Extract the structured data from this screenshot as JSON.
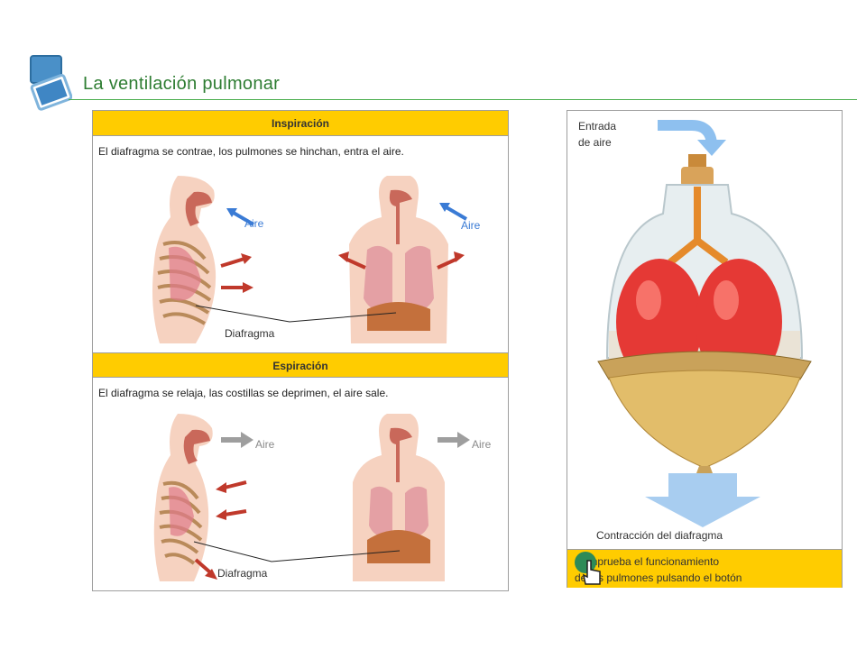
{
  "header": {
    "title": "La ventilación pulmonar"
  },
  "inspiracion": {
    "heading": "Inspiración",
    "description": "El diafragma se contrae, los pulmones se hinchan, entra el aire.",
    "air_label_left": "Aire",
    "air_label_right": "Aire",
    "diaphragm_label": "Diafragma"
  },
  "espiracion": {
    "heading": "Espiración",
    "description": "El diafragma se relaja, las costillas se deprimen, el aire sale.",
    "air_label_left": "Aire",
    "air_label_right": "Aire",
    "diaphragm_label": "Diafragma"
  },
  "model": {
    "air_entry_line1": "Entrada",
    "air_entry_line2": "de aire",
    "caption": "Contracción del diafragma",
    "footer_line1": "Comprueba el funcionamiento",
    "footer_line2": "de los pulmones pulsando el botón"
  },
  "colors": {
    "accent_green": "#2e7d32",
    "band_yellow": "#ffcc00",
    "air_in_blue": "#3a7bd5",
    "air_out_grey": "#8a8a8a",
    "muscle_red": "#c0392b",
    "lung_red": "#e53935"
  },
  "icons": {
    "logo": "stacked-squares-icon",
    "button": "hand-pointer-icon"
  }
}
